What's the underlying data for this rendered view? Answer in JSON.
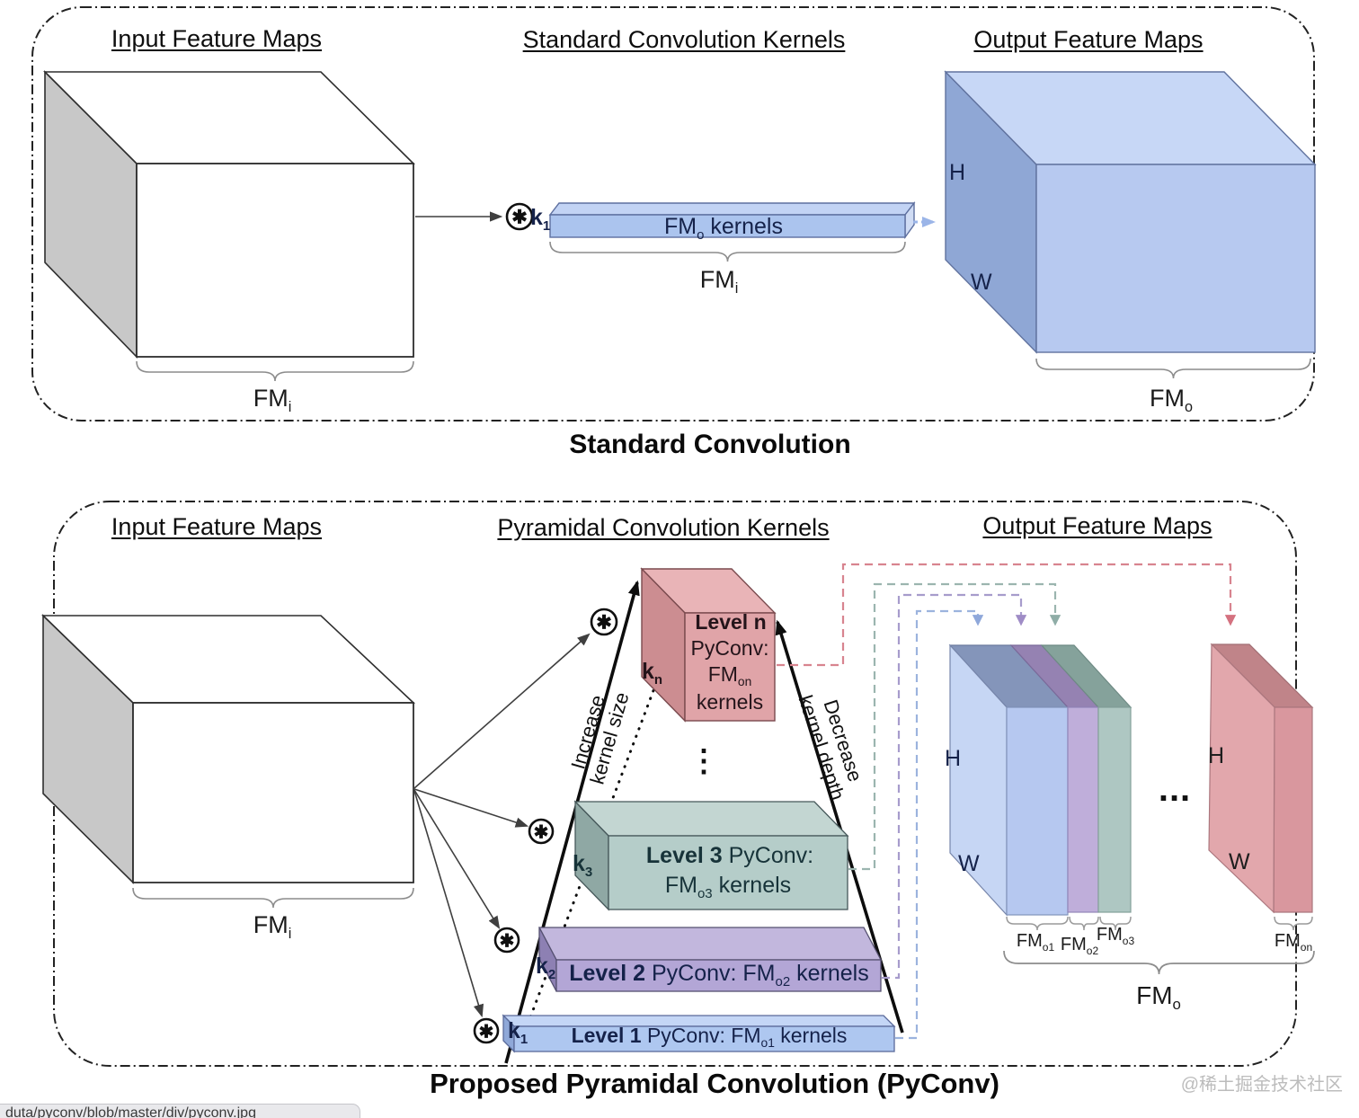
{
  "standard_panel": {
    "heading_input": "Input Feature Maps",
    "heading_kernels": "Standard Convolution Kernels",
    "heading_output": "Output Feature Maps",
    "title": "Standard Convolution",
    "k_label": {
      "base": "k",
      "sub": "1"
    },
    "bar_label": {
      "fm": "FM",
      "sub": "o",
      "rest": " kernels"
    },
    "fm_i_bar": {
      "base": "FM",
      "sub": "i"
    },
    "fm_i_input": {
      "base": "FM",
      "sub": "i"
    },
    "fm_o_output": {
      "base": "FM",
      "sub": "o"
    },
    "h": "H",
    "w": "W"
  },
  "pyconv_panel": {
    "heading_input": "Input Feature Maps",
    "heading_kernels": "Pyramidal Convolution Kernels",
    "heading_output": "Output Feature Maps",
    "title": "Proposed Pyramidal Convolution (PyConv)",
    "fm_i_input": {
      "base": "FM",
      "sub": "i"
    },
    "levels": [
      {
        "name": "Level n",
        "conv": "PyConv:",
        "fm": "FM",
        "fm_sub": "on",
        "fm_rest": "kernels",
        "k": "k",
        "k_sub": "n"
      },
      {
        "name": "Level 3",
        "conv": " PyConv:",
        "fm": "FM",
        "fm_sub": "o3",
        "fm_rest": " kernels",
        "k": "k",
        "k_sub": "3"
      },
      {
        "name": "Level 2",
        "conv": " PyConv: ",
        "fm": "FM",
        "fm_sub": "o2",
        "fm_rest": " kernels",
        "k": "k",
        "k_sub": "2"
      },
      {
        "name": "Level 1",
        "conv": " PyConv: ",
        "fm": "FM",
        "fm_sub": "o1",
        "fm_rest": " kernels",
        "k": "k",
        "k_sub": "1"
      }
    ],
    "arrow_left_line1": "Increase",
    "arrow_left_line2": "kernel size",
    "arrow_right_line1": "Decrease",
    "arrow_right_line2": "kernel depth",
    "ellipsis_vertical": "⋮",
    "ellipsis_horizontal": "...",
    "outputs": {
      "h_left": "H",
      "w_left": "W",
      "h_right": "H",
      "w_right": "W",
      "fm_o1": {
        "base": "FM",
        "sub": "o1"
      },
      "fm_o2": {
        "base": "FM",
        "sub": "o2"
      },
      "fm_o3": {
        "base": "FM",
        "sub": "o3"
      },
      "fm_on": {
        "base": "FM",
        "sub": "on"
      },
      "fm_o": {
        "base": "FM",
        "sub": "o"
      }
    }
  },
  "icons": {
    "convolution": "✱"
  },
  "status_bar": {
    "url": "duta/pyconv/blob/master/div/pyconv.jpg"
  },
  "watermark": "@稀土掘金技术社区",
  "colors": {
    "level1_blue": "#aec7f0",
    "level2_purple": "#b3a6d6",
    "level3_teal": "#b5cdc9",
    "leveln_pink": "#e0a4a8",
    "output_cube_blue": "#b7c9f0",
    "input_cube_side_gray": "#c8c8c8",
    "connector_red": "#d4717f",
    "connector_teal": "#8fada7",
    "connector_purple": "#9f8cc6",
    "connector_blue": "#8fa8da"
  }
}
